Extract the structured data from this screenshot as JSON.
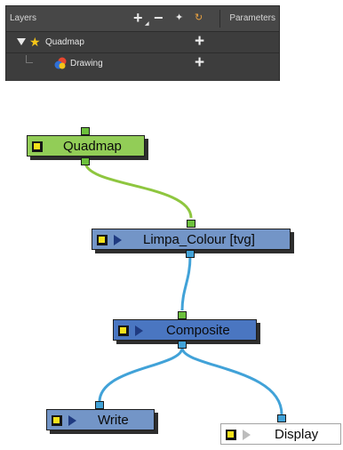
{
  "layers_panel": {
    "title": "Layers",
    "parameters_title": "Parameters",
    "layers": [
      {
        "name": "Quadmap"
      },
      {
        "name": "Drawing"
      }
    ]
  },
  "node_graph": {
    "nodes": [
      {
        "name": "Quadmap"
      },
      {
        "name": "Limpa_Colour [tvg]"
      },
      {
        "name": "Composite"
      },
      {
        "name": "Write"
      },
      {
        "name": "Display"
      }
    ],
    "connections": [
      {
        "from": "Quadmap",
        "to": "Limpa_Colour [tvg]",
        "color": "#8ec63f"
      },
      {
        "from": "Limpa_Colour [tvg]",
        "to": "Composite",
        "color": "#41a2d8"
      },
      {
        "from": "Composite",
        "to": "Write",
        "color": "#41a2d8"
      },
      {
        "from": "Composite",
        "to": "Display",
        "color": "#41a2d8"
      }
    ],
    "colors": {
      "quadmap_node": "#92cd57",
      "element_node": "#7395c7",
      "composite_node": "#4a76c1",
      "display_node": "#ffffff",
      "green_wire": "#8ec63f",
      "blue_wire": "#41a2d8"
    }
  }
}
